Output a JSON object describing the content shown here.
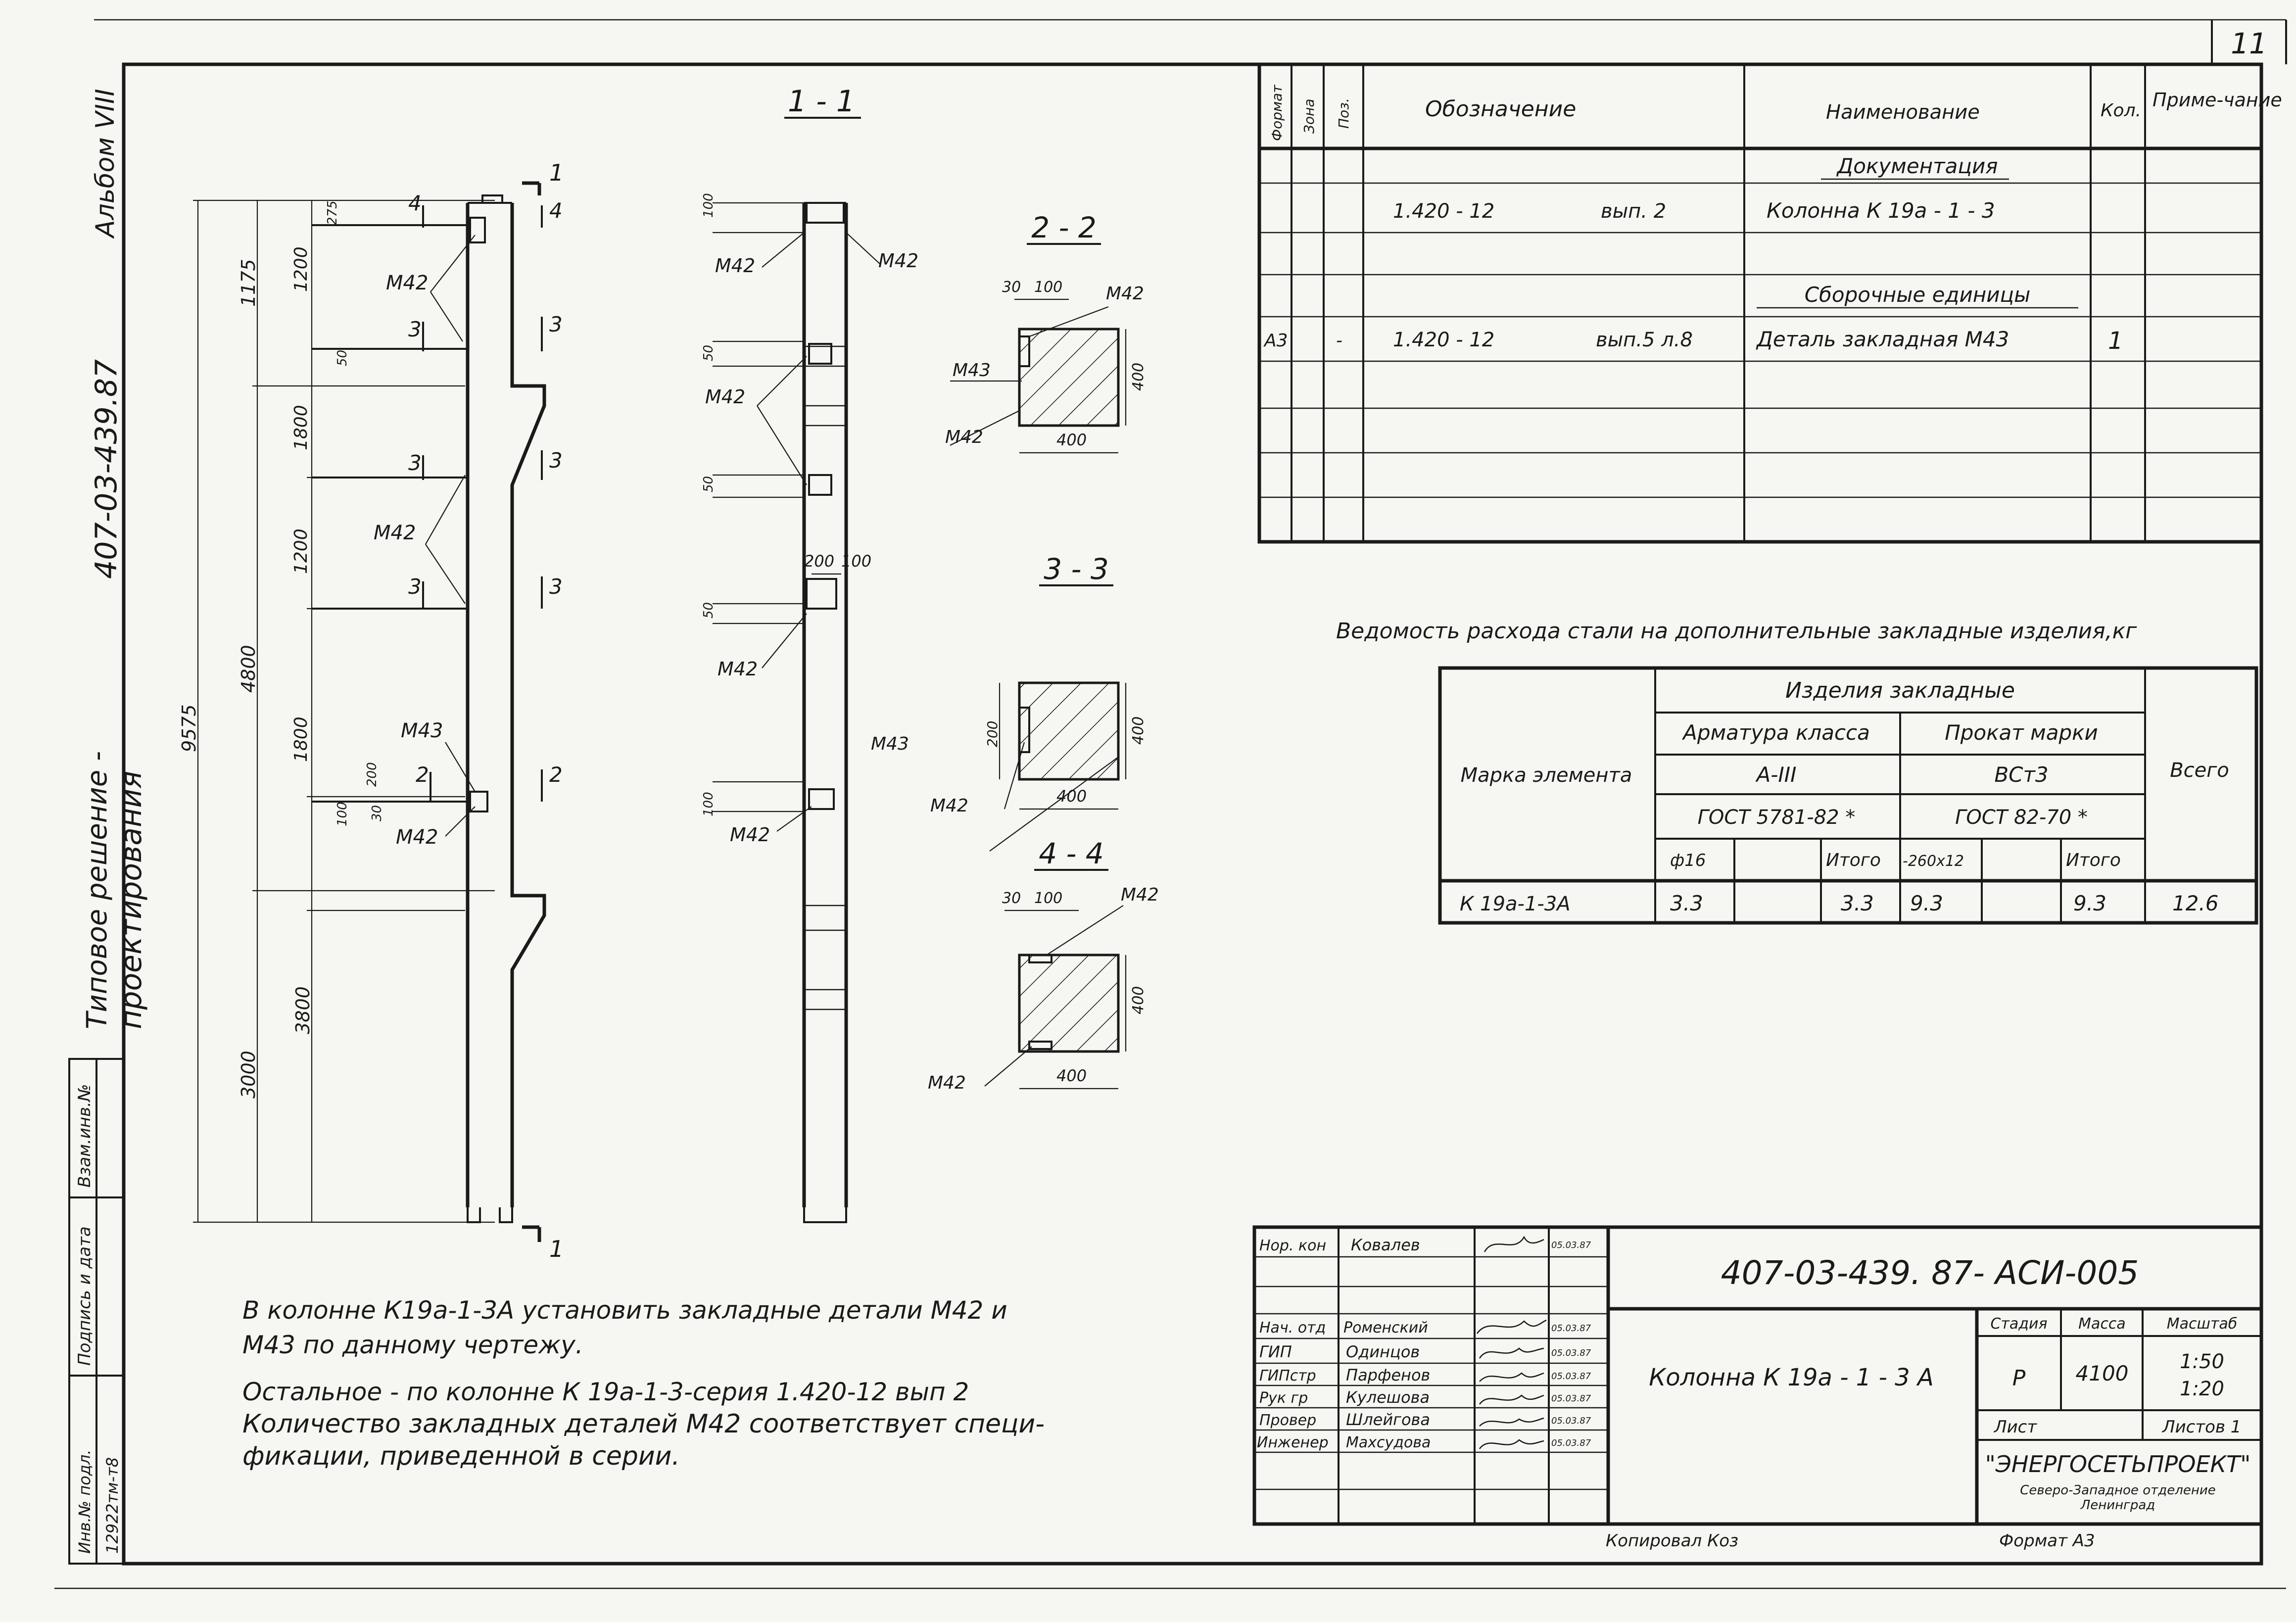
{
  "page_number": "11",
  "side_texts": {
    "album": "Альбом VIII",
    "series": "407-03-439.87",
    "project_line1": "Типовое решение -",
    "project_line2": "проектирования"
  },
  "side_stamp": {
    "vzam": "Взам.инв.№",
    "podpis": "Подпись и дата",
    "inv_label": "Инв.№ подл.",
    "inv_value": "12922тм-т8"
  },
  "sections": {
    "s11": "1 - 1",
    "s22": "2 - 2",
    "s33": "3 - 3",
    "s44": "4 - 4",
    "mark1": "1",
    "mark2": "2",
    "mark3": "3",
    "mark4": "4"
  },
  "elevation_dims": {
    "d9575": "9575",
    "d1175": "1175",
    "d1200a": "1200",
    "d1800a": "1800",
    "d1200b": "1200",
    "d4800": "4800",
    "d1800b": "1800",
    "d3800": "3800",
    "d3000": "3000",
    "d275": "275",
    "d100": "100",
    "d50": "50",
    "d200": "200",
    "d30": "30"
  },
  "labels": {
    "M42": "М42",
    "M43": "М43"
  },
  "detail_dims": {
    "d400": "400",
    "d100": "100",
    "d30": "30",
    "d200": "200"
  },
  "spec_table": {
    "headers": {
      "format": "Формат",
      "zona": "Зона",
      "poz": "Поз.",
      "oboz": "Обозначение",
      "naim": "Наименование",
      "kol": "Кол.",
      "prim": "Приме-чание"
    },
    "section_docs": "Документация",
    "row1": {
      "oboz": "1.420 - 12",
      "vyp": "вып. 2",
      "naim": "Колонна  К 19а - 1 - 3"
    },
    "section_units": "Сборочные  единицы",
    "row2": {
      "format": "А3",
      "zona": "-",
      "oboz": "1.420 - 12",
      "vyp": "вып.5 л.8",
      "naim": "Деталь  закладная М43",
      "kol": "1"
    }
  },
  "steel_table": {
    "title": "Ведомость расхода стали на дополнительные закладные изделия,кг",
    "mark_header": "Марка элемента",
    "group": "Изделия закладные",
    "armatura": "Арматура класса",
    "prokat": "Прокат марки",
    "a3": "А-III",
    "vst3": "ВСт3",
    "gost1": "ГОСТ  5781-82 *",
    "gost2": "ГОСТ  82-70 *",
    "phi": "ф16",
    "itogo1": "Итого",
    "sec": "-260х12",
    "itogo2": "Итого",
    "vsego": "Всего",
    "row": {
      "mark": "К 19а-1-3А",
      "v1": "3.3",
      "v2": "3.3",
      "v3": "9.3",
      "v4": "9.3",
      "total": "12.6"
    }
  },
  "notes": {
    "line1": "В колонне К19а-1-3А  установить  закладные  детали  М42  и",
    "line2": "М43  по  данному   чертежу.",
    "line3": "Остальное - по   колонне   К 19а-1-3-серия  1.420-12   вып 2",
    "line4": "Количество закладных  деталей М42 соответствует специ-",
    "line5": "фикации, приведенной в серии."
  },
  "title_block": {
    "doc_code": "407-03-439. 87- АСИ-005",
    "title": "Колонна  К 19а - 1 - 3 А",
    "stadia_h": "Стадия",
    "massa_h": "Масса",
    "masshtab_h": "Масштаб",
    "stadia": "Р",
    "massa": "4100",
    "scale1": "1:50",
    "scale2": "1:20",
    "list_label": "Лист",
    "listov_label": "Листов 1",
    "org1": "\"ЭНЕРГОСЕТЬПРОЕКТ\"",
    "org2": "Северо-Западное отделение",
    "org3": "Ленинград",
    "roles": [
      {
        "role": "Нор. кон",
        "name": "Ковалев",
        "date": "05.03.87"
      },
      {
        "role": "",
        "name": "",
        "date": ""
      },
      {
        "role": "Нач. отд",
        "name": "Роменский",
        "date": "05.03.87"
      },
      {
        "role": "ГИП",
        "name": "Одинцов",
        "date": "05.03.87"
      },
      {
        "role": "ГИПстр",
        "name": "Парфенов",
        "date": "05.03.87"
      },
      {
        "role": "Рук гр",
        "name": "Кулешова",
        "date": "05.03.87"
      },
      {
        "role": "Провер",
        "name": "Шлейгова",
        "date": "05.03.87"
      },
      {
        "role": "Инженер",
        "name": "Махсудова",
        "date": "05.03.87"
      }
    ],
    "copied": "Копировал  Коз",
    "format": "Формат А3"
  }
}
